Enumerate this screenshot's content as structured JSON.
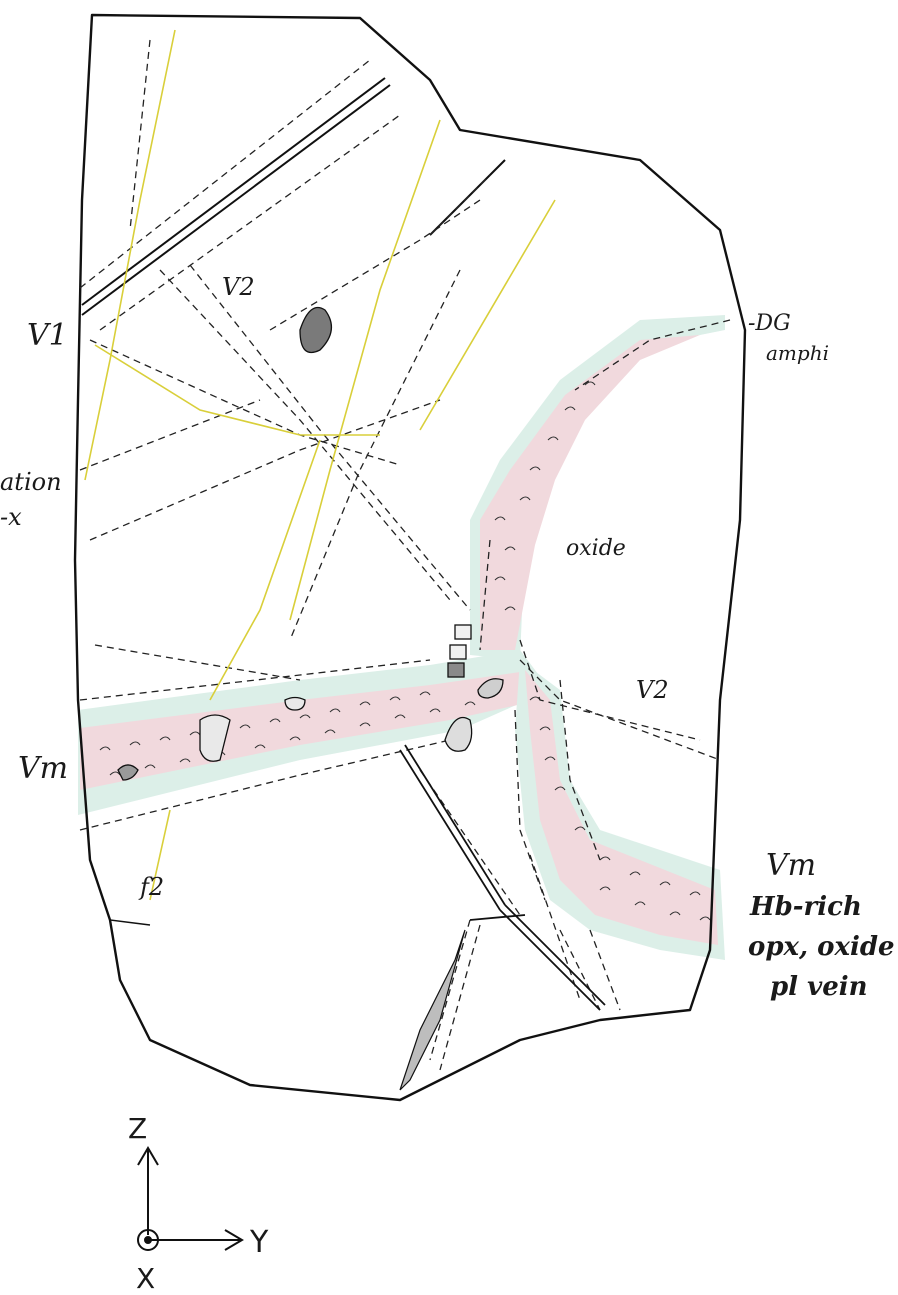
{
  "labels": {
    "v1": "V1",
    "v2_upper": "V2",
    "v2_right": "V2",
    "dg": "-DG",
    "amphi": "amphi",
    "ation": "ation",
    "ation_sub": "-x",
    "oxide": "oxide",
    "vm_left": "Vm",
    "f2": "f2",
    "vm_right": "Vm",
    "vm_right_line2": "Hb-rich",
    "vm_right_line3": "opx, oxide",
    "vm_right_line4": "pl vein"
  },
  "axes": {
    "z": "Z",
    "y": "Y",
    "x": "X"
  },
  "colors": {
    "ink": "#1a1a1a",
    "yellow_fracture": "#d9cf3a",
    "vein_pink": "#f1d9dd",
    "vein_mint": "#dcefe8",
    "oxide_grain": "#7a7a7a"
  }
}
